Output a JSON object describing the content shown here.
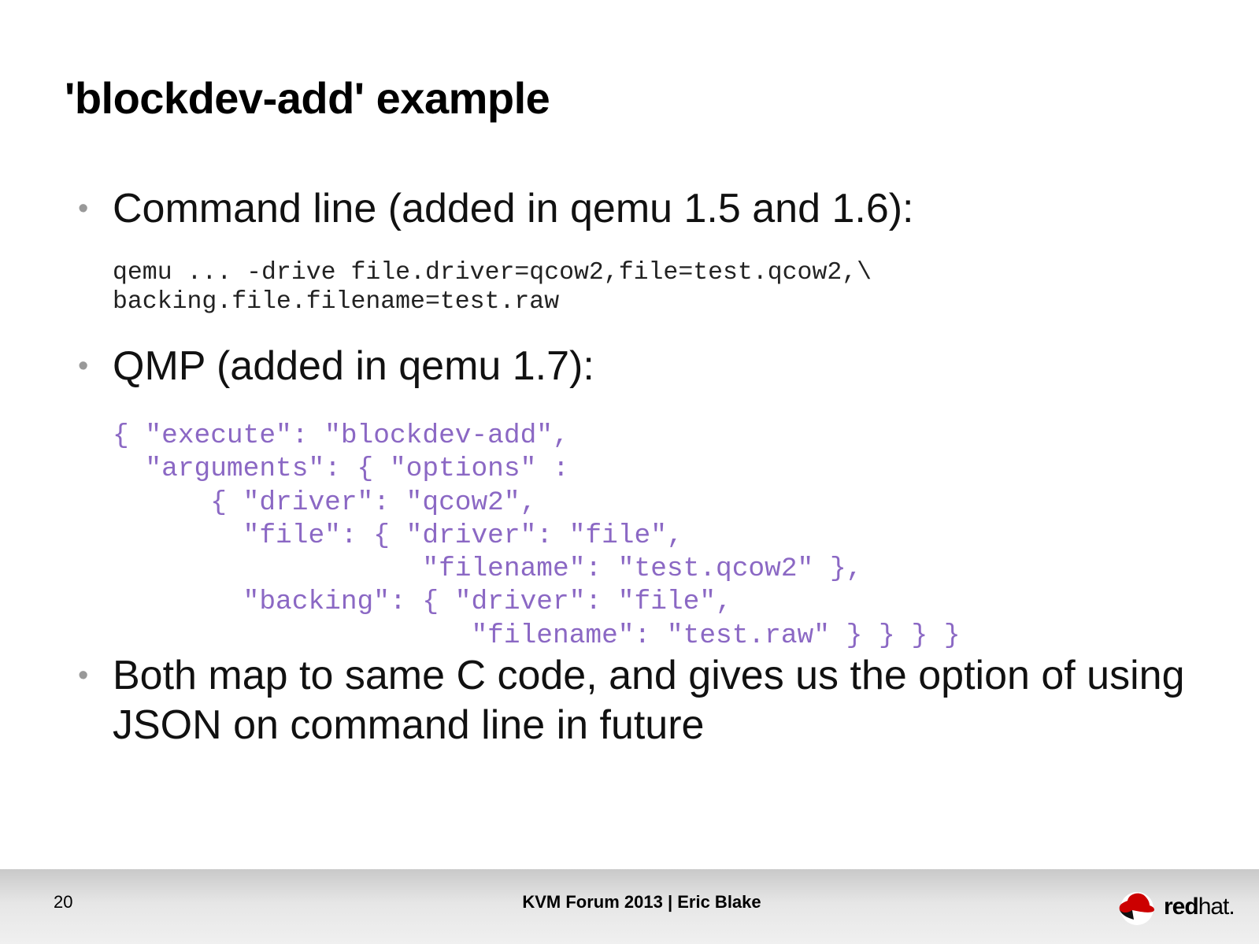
{
  "title": "'blockdev-add' example",
  "bullets": [
    "Command line (added in qemu 1.5 and 1.6):",
    "QMP (added in qemu 1.7):",
    "Both map to same C code, and gives us the option of using JSON on command line in future"
  ],
  "command_code": "qemu ... -drive file.driver=qcow2,file=test.qcow2,\\\nbacking.file.filename=test.raw",
  "qmp_code": "{ \"execute\": \"blockdev-add\",\n  \"arguments\": { \"options\" :\n      { \"driver\": \"qcow2\",\n        \"file\": { \"driver\": \"file\",\n                   \"filename\": \"test.qcow2\" },\n        \"backing\": { \"driver\": \"file\",\n                      \"filename\": \"test.raw\" } } } }",
  "footer": {
    "page_number": "20",
    "center_text": "KVM Forum 2013 | Eric Blake",
    "logo_text_bold": "red",
    "logo_text_light": "hat."
  },
  "colors": {
    "code_accent": "#8b68c4",
    "logo_red": "#cc0000"
  }
}
